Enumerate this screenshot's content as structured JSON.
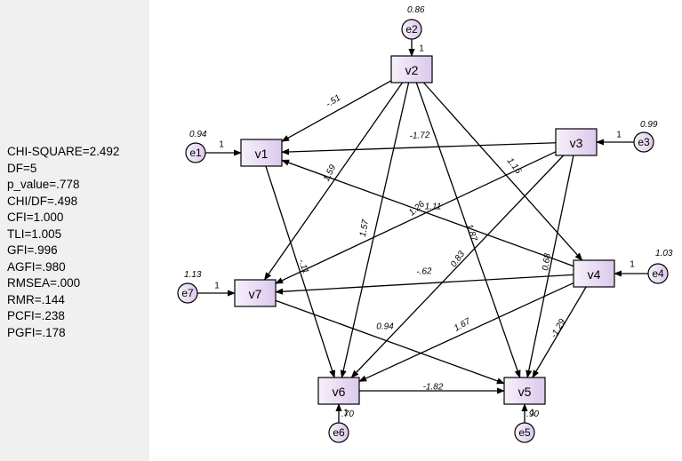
{
  "fit_statistics": [
    "CHI-SQUARE=2.492",
    "DF=5",
    "p_value=.778",
    "CHI/DF=.498",
    "CFI=1.000",
    "TLI=1.005",
    "GFI=.996",
    "AGFI=.980",
    "RMSEA=.000",
    "RMR=.144",
    "PCFI=.238",
    "PGFI=.178"
  ],
  "observed_variables": [
    {
      "id": "v1",
      "label": "v1"
    },
    {
      "id": "v2",
      "label": "v2"
    },
    {
      "id": "v3",
      "label": "v3"
    },
    {
      "id": "v4",
      "label": "v4"
    },
    {
      "id": "v5",
      "label": "v5"
    },
    {
      "id": "v6",
      "label": "v6"
    },
    {
      "id": "v7",
      "label": "v7"
    }
  ],
  "error_terms": [
    {
      "id": "e1",
      "label": "e1",
      "variance": "0.94",
      "target": "v1",
      "fixed_path": "1"
    },
    {
      "id": "e2",
      "label": "e2",
      "variance": "0.86",
      "target": "v2",
      "fixed_path": "1"
    },
    {
      "id": "e3",
      "label": "e3",
      "variance": "0.99",
      "target": "v3",
      "fixed_path": "1"
    },
    {
      "id": "e4",
      "label": "e4",
      "variance": "1.03",
      "target": "v4",
      "fixed_path": "1"
    },
    {
      "id": "e5",
      "label": "e5",
      "variance": ".90",
      "target": "v5",
      "fixed_path": "1"
    },
    {
      "id": "e6",
      "label": "e6",
      "variance": ".70",
      "target": "v6",
      "fixed_path": "1"
    },
    {
      "id": "e7",
      "label": "e7",
      "variance": "1.13",
      "target": "v7",
      "fixed_path": "1"
    }
  ],
  "paths": [
    {
      "from": "v2",
      "to": "v1",
      "coefficient": "-.51"
    },
    {
      "from": "v2",
      "to": "v7",
      "coefficient": "1.59"
    },
    {
      "from": "v2",
      "to": "v6",
      "coefficient": "1.57"
    },
    {
      "from": "v2",
      "to": "v5",
      "coefficient": "1.87"
    },
    {
      "from": "v2",
      "to": "v4",
      "coefficient": "1.16"
    },
    {
      "from": "v3",
      "to": "v1",
      "coefficient": "-1.72"
    },
    {
      "from": "v3",
      "to": "v7",
      "coefficient": "1.26"
    },
    {
      "from": "v3",
      "to": "v6",
      "coefficient": "0.83"
    },
    {
      "from": "v3",
      "to": "v5",
      "coefficient": "0.68"
    },
    {
      "from": "v4",
      "to": "v1",
      "coefficient": "1.11"
    },
    {
      "from": "v4",
      "to": "v7",
      "coefficient": "-.62"
    },
    {
      "from": "v4",
      "to": "v6",
      "coefficient": "1.67"
    },
    {
      "from": "v4",
      "to": "v5",
      "coefficient": "-1.29"
    },
    {
      "from": "v1",
      "to": "v6",
      "coefficient": "-.11"
    },
    {
      "from": "v7",
      "to": "v5",
      "coefficient": "0.94"
    },
    {
      "from": "v6",
      "to": "v5",
      "coefficient": "-1.82"
    }
  ]
}
